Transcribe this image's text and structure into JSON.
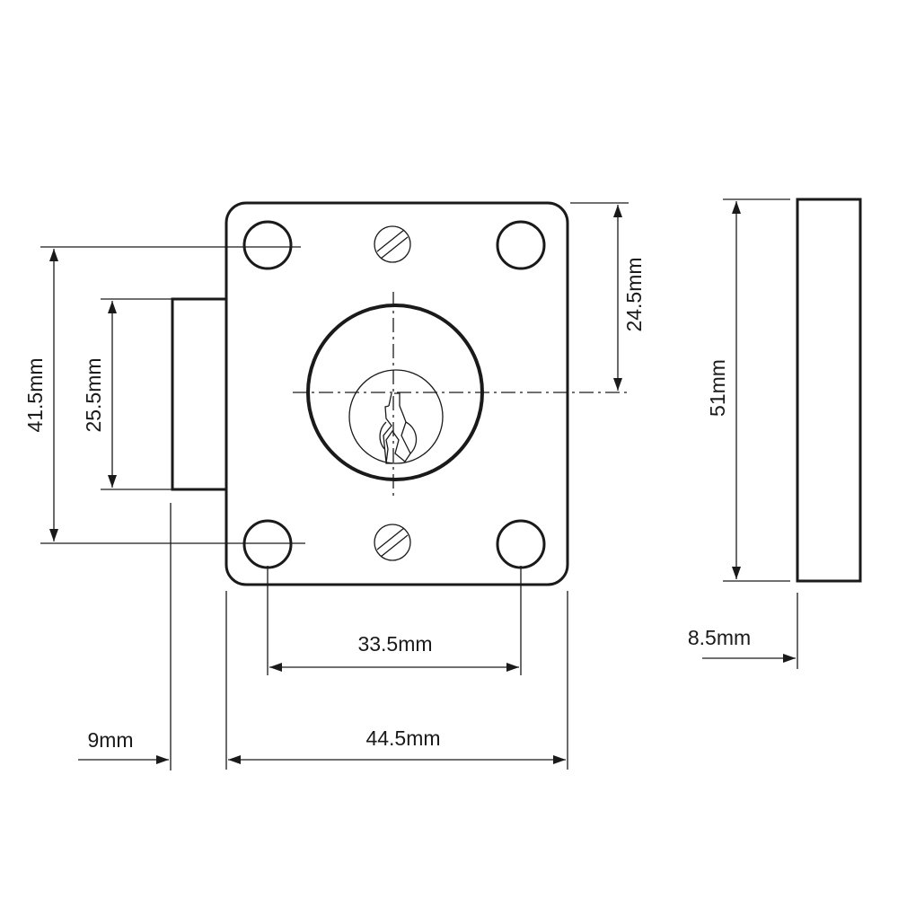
{
  "title": "Cabinet lock technical drawing",
  "dimensions": {
    "overall_height": "41.5mm",
    "bolt_height": "25.5mm",
    "center_to_top": "24.5mm",
    "side_height": "51mm",
    "hole_spacing": "33.5mm",
    "plate_width": "44.5mm",
    "bolt_depth": "9mm",
    "side_depth": "8.5mm"
  },
  "colors": {
    "line": "#1a1a1a",
    "background": "#ffffff"
  }
}
